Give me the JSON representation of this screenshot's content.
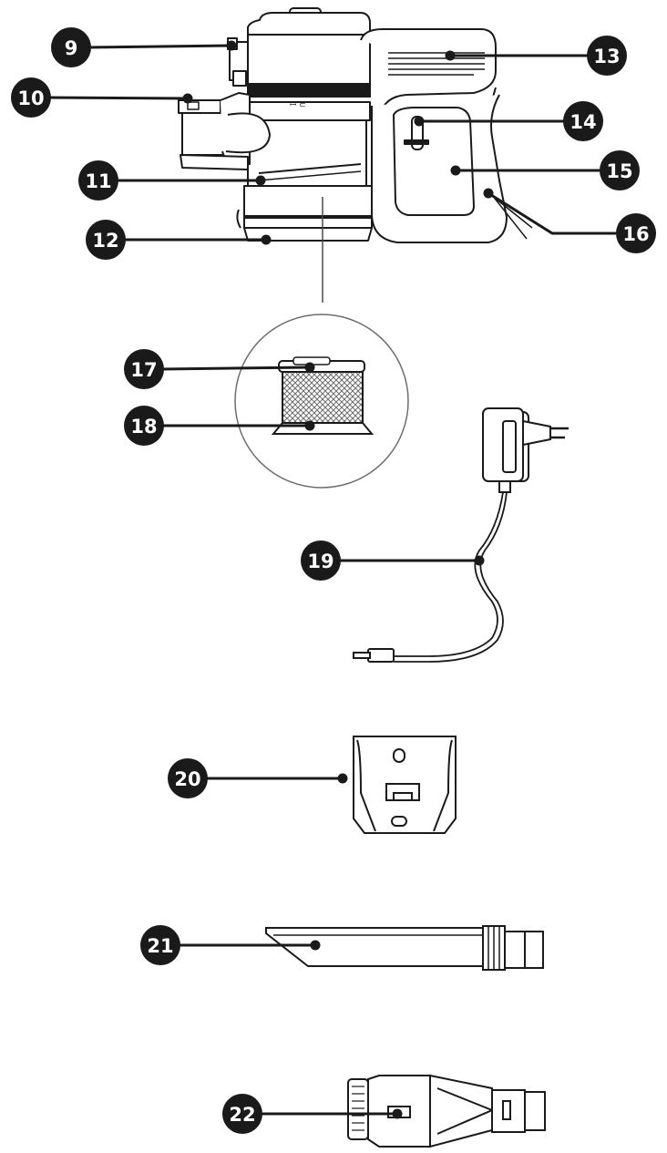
{
  "colors": {
    "ink": "#1a1a1a",
    "fill": "#ffffff",
    "shade": "#e6e6e6",
    "mesh": "#8a8a8a"
  },
  "callouts": {
    "c9": "9",
    "c10": "10",
    "c11": "11",
    "c12": "12",
    "c13": "13",
    "c14": "14",
    "c15": "15",
    "c16": "16",
    "c17": "17",
    "c18": "18",
    "c19": "19",
    "c20": "20",
    "c21": "21",
    "c22": "22"
  }
}
